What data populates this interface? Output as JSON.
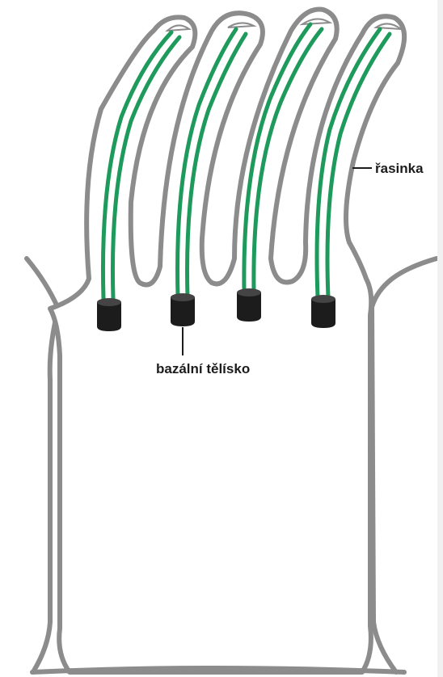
{
  "labels": {
    "cilium": "řasinka",
    "basal_body": "bazální tělísko"
  },
  "colors": {
    "outline": "#8c8c8c",
    "fill": "#ffffff",
    "microtubule": "#1e9a5c",
    "basal_body": "#1c1c1c",
    "text": "#1c1c1c"
  },
  "structure": {
    "cilia_count": 4,
    "basal_bodies_count": 4
  }
}
